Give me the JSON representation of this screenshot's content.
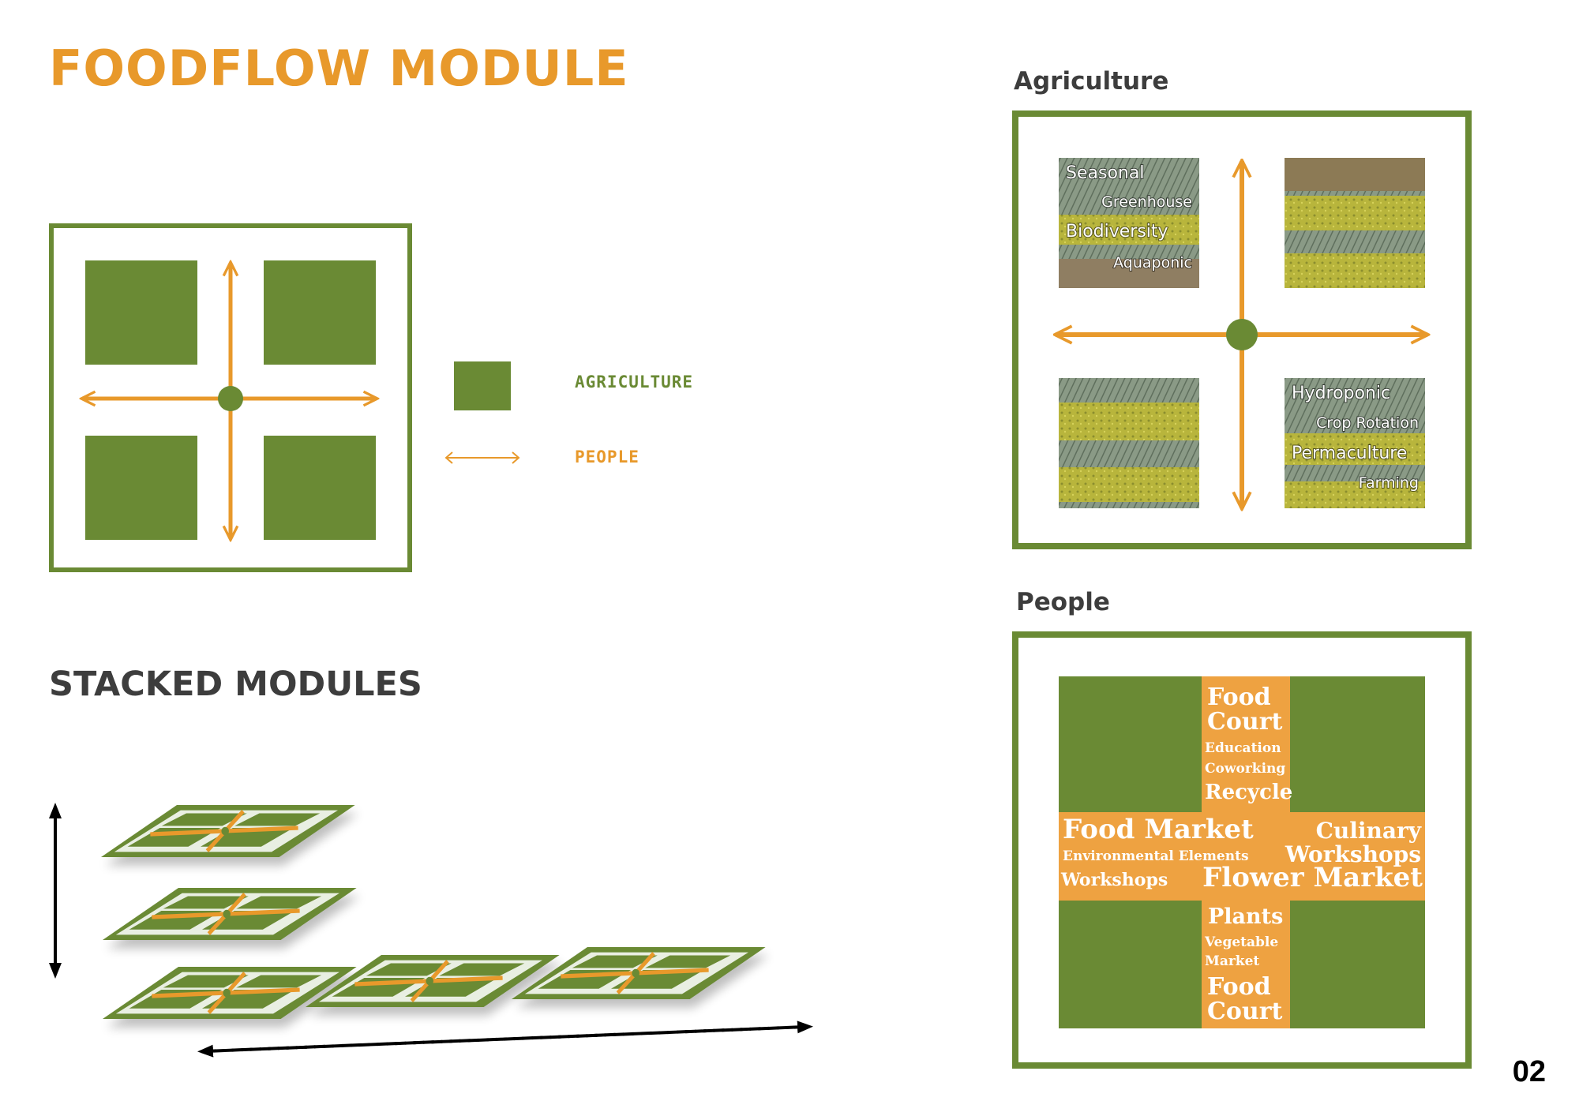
{
  "title": "FOODFLOW MODULE",
  "stacked_title": "STACKED MODULES",
  "legend": {
    "agriculture": "AGRICULTURE",
    "people": "PEOPLE"
  },
  "agriculture_panel": {
    "heading": "Agriculture",
    "top_left_labels": [
      "Seasonal",
      "Greenhouse",
      "Biodiversity",
      "Aquaponic"
    ],
    "bottom_right_labels": [
      "Hydroponic",
      "Crop Rotation",
      "Permaculture",
      "Farming"
    ]
  },
  "people_panel": {
    "heading": "People",
    "words": [
      "Food",
      "Court",
      "Education",
      "Coworking",
      "Recycle",
      "Food Market",
      "Culinary",
      "Environmental Elements",
      "Workshops",
      "Workshops",
      "Flower Market",
      "Plants",
      "Vegetable",
      "Market",
      "Food",
      "Court"
    ]
  },
  "page_number": "02",
  "colors": {
    "green": "#6a8a34",
    "orange": "#e8992b",
    "dark_text": "#3d3d3d"
  }
}
